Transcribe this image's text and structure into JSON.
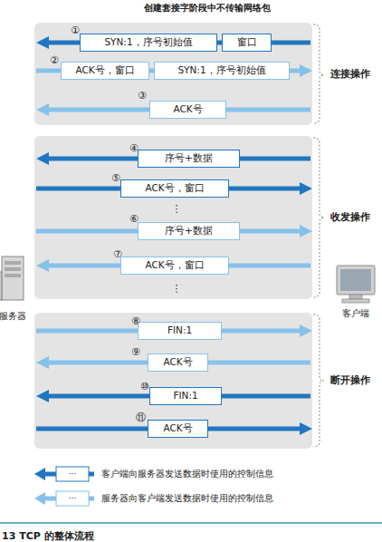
{
  "diagram": {
    "title": "创建套接字阶段中不传输网络包",
    "caption": "13 TCP 的整体流程",
    "nodes": [
      {
        "text": [
          "连接操作"
        ]
      },
      {
        "text": [
          "SYN:1，序号初始值"
        ],
        "in": 0
      },
      {
        "text": [
          "窗口"
        ],
        "in": 0
      },
      {
        "text": [
          "ACK号，窗口"
        ],
        "in": 0
      },
      {
        "text": [
          "SYN:1，序号初始值"
        ],
        "in": 0
      },
      {
        "text": [
          "ACK号"
        ],
        "in": 0
      },
      {
        "text": [
          "收发操作"
        ]
      },
      {
        "text": [
          "序号+数据"
        ],
        "in": 6
      },
      {
        "text": [
          "ACK号，窗口"
        ],
        "in": 6
      },
      {
        "text": [
          "序号+数据"
        ],
        "in": 6
      },
      {
        "text": [
          "ACK号，窗口"
        ],
        "in": 6
      },
      {
        "text": [
          "断开操作"
        ]
      },
      {
        "text": [
          "FIN:1"
        ],
        "in": 11
      },
      {
        "text": [
          "ACK号"
        ],
        "in": 11
      },
      {
        "text": [
          "FIN:1"
        ],
        "in": 11
      },
      {
        "text": [
          "ACK号"
        ],
        "in": 11
      }
    ],
    "labels": [
      "①",
      "②",
      "③",
      "④",
      "⑤",
      "⋮",
      "⑥",
      "⑦",
      "⋮",
      "⑧",
      "⑨",
      "⑩",
      "⑪",
      "服务器",
      "客户端",
      "···",
      "···"
    ],
    "legend": [
      {
        "text": "客户端向服务器发送数据时使用的控制信息"
      },
      {
        "text": "服务器向客户端发送数据时使用的控制信息"
      }
    ]
  }
}
